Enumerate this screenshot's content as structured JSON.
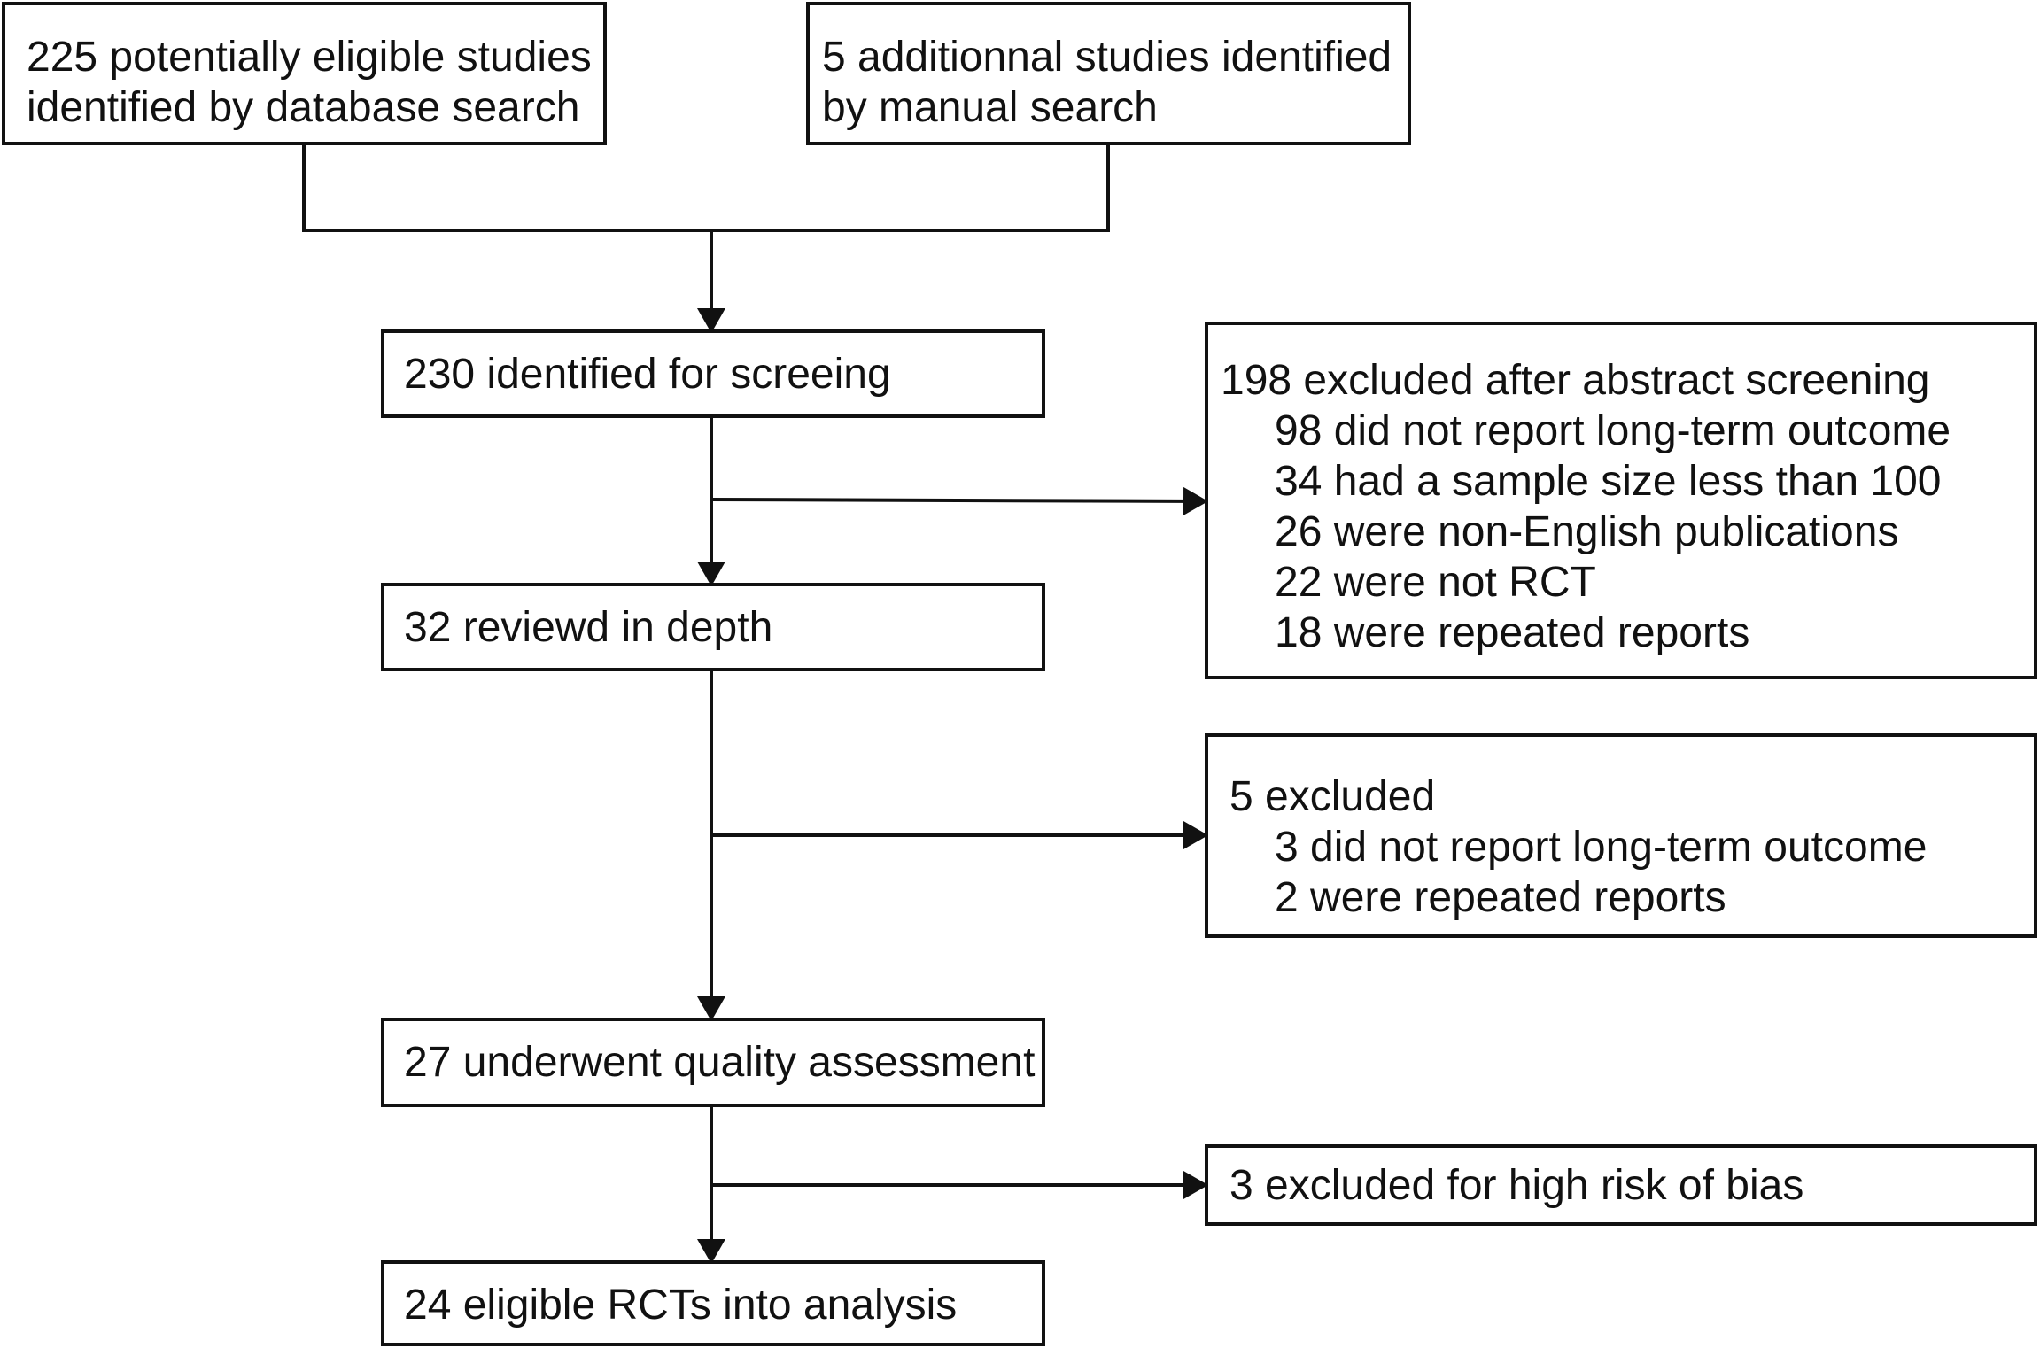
{
  "boxes": {
    "database_search": {
      "lines": [
        "225 potentially eligible studies",
        "identified by database search"
      ]
    },
    "manual_search": {
      "lines": [
        "5 additionnal studies identified",
        "by manual search"
      ]
    },
    "screening": {
      "text": "230 identified for screeing"
    },
    "abstract_exclusion": {
      "heading": "198 excluded after abstract screening",
      "items": [
        "98 did not report long-term outcome",
        "34 had a sample size less than 100",
        "26 were non-English publications",
        "22 were not RCT",
        "18 were repeated reports"
      ]
    },
    "in_depth": {
      "text": "32 reviewd in depth"
    },
    "depth_exclusion": {
      "heading": "5 excluded",
      "items": [
        "3 did not report long-term outcome",
        "2 were repeated reports"
      ]
    },
    "quality": {
      "text": "27 underwent quality assessment"
    },
    "bias_exclusion": {
      "text": "3 excluded for high risk of bias"
    },
    "analysis": {
      "text": "24 eligible RCTs into analysis"
    }
  },
  "colors": {
    "line": "#111111",
    "background": "#ffffff"
  }
}
